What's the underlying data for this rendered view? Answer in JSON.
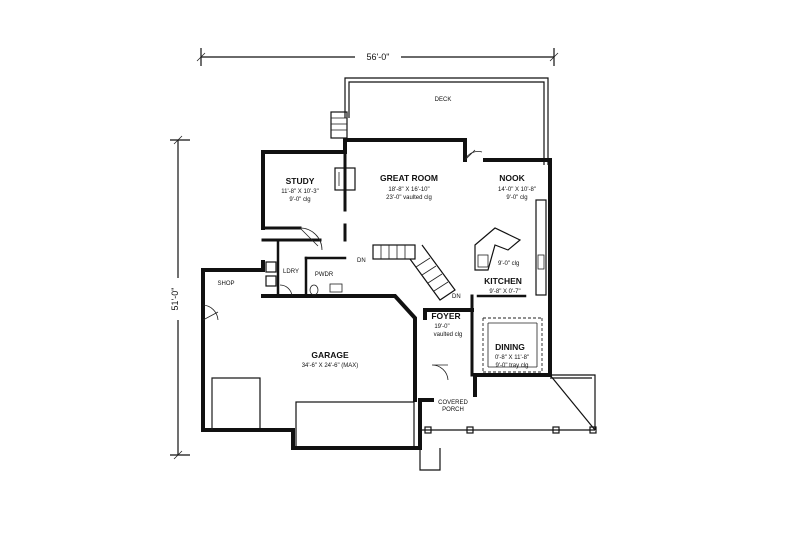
{
  "dimensions": {
    "width": "56'-0\"",
    "depth": "51'-0\""
  },
  "rooms": {
    "deck": {
      "name": "DECK"
    },
    "study": {
      "name": "STUDY",
      "size": "11'-8\" X 10'-3\"",
      "ceiling": "9'-0\" clg"
    },
    "great_room": {
      "name": "GREAT ROOM",
      "size": "18'-8\" X 16'-10\"",
      "ceiling": "23'-0\" vaulted clg"
    },
    "nook": {
      "name": "NOOK",
      "size": "14'-0\" X 10'-8\"",
      "ceiling": "9'-0\" clg"
    },
    "kitchen": {
      "name": "KITCHEN",
      "size": "9'-8\" X 0'-7\"",
      "ceiling": "9'-0\" clg"
    },
    "foyer": {
      "name": "FOYER",
      "ceiling_a": "19'-0\"",
      "ceiling_b": "vaulted clg"
    },
    "dining": {
      "name": "DINING",
      "size": "0'-8\" X 11'-8\"",
      "ceiling": "9'-0\" tray clg"
    },
    "garage": {
      "name": "GARAGE",
      "size": "34'-6\" X 24'-6\" (MAX)"
    },
    "shop": {
      "name": "SHOP"
    },
    "porch": {
      "name_a": "COVERED",
      "name_b": "PORCH"
    },
    "laundry": {
      "name": "LDRY"
    },
    "powder": {
      "name": "PWDR"
    }
  },
  "labels": {
    "down": "DN"
  }
}
